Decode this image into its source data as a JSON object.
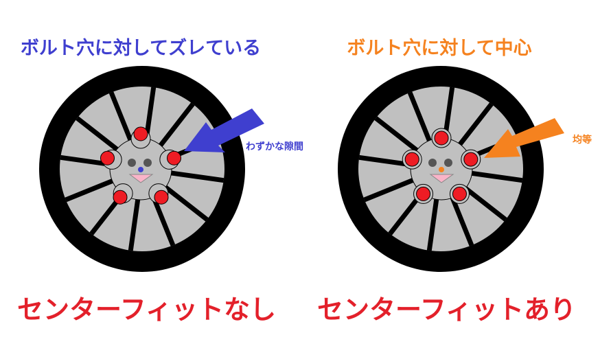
{
  "colors": {
    "blue": "#3f3fcf",
    "orange": "#f5821f",
    "red": "#e3202a",
    "bolt": "#ee1c24",
    "tire": "#000000",
    "rim": "#c0c0c0"
  },
  "left": {
    "title": "ボルト穴に対してズレている",
    "annotation": "わずかな隙間",
    "caption": "センターフィットなし"
  },
  "right": {
    "title": "ボルト穴に対して中心",
    "annotation": "均等",
    "caption": "センターフィットあり"
  }
}
